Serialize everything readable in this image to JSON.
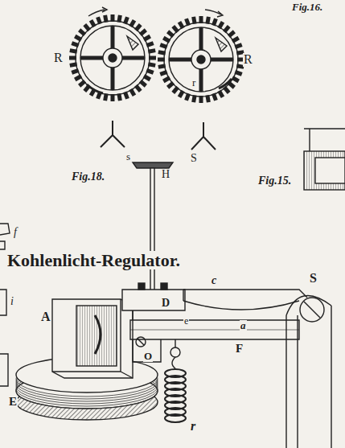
{
  "diagram": {
    "labels": [
      "Fig.16.",
      "R",
      "r",
      "R",
      "s",
      "H",
      "S",
      "Fig.18.",
      "Fig.15.",
      "f",
      "i",
      "Kohlenlicht-Regulator.",
      "A",
      "D",
      "c",
      "S",
      "e",
      "a",
      "F",
      "O",
      "E",
      "r"
    ]
  }
}
